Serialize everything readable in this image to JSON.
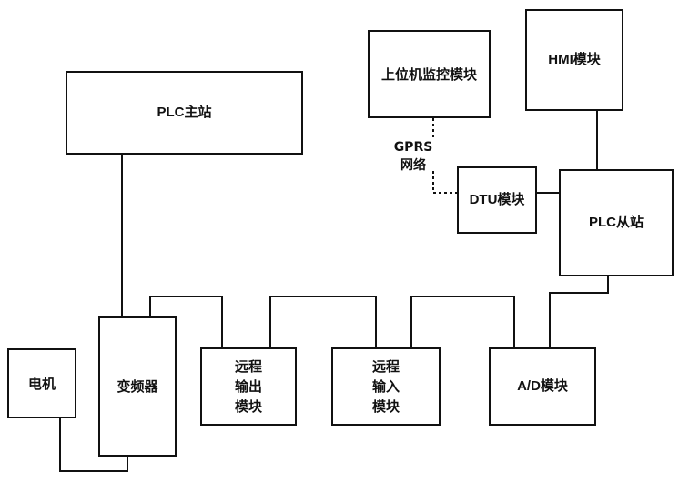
{
  "nodes": {
    "plc_master": "PLC主站",
    "host_monitor": "上位机监控模块",
    "hmi": "HMI模块",
    "dtu": "DTU模块",
    "plc_slave": "PLC从站",
    "motor": "电机",
    "inverter": "变频器",
    "remote_output": "远程\n输出\n模块",
    "remote_input": "远程\n输入\n模块",
    "ad_module": "A/D模块"
  },
  "network_label": {
    "line1": "GPRS",
    "line2": "网络"
  }
}
